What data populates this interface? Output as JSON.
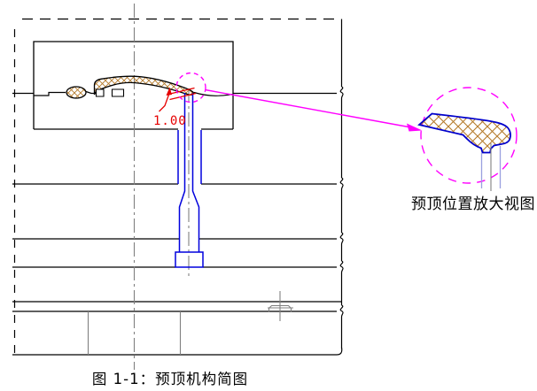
{
  "figure": {
    "caption": "图 1-1：预顶机构简图",
    "detail_label": "预顶位置放大视图",
    "dimension_value": "1.00"
  },
  "colors": {
    "background": "#ffffff",
    "outline": "#000000",
    "centerline": "#808080",
    "pin_blue": "#0000dd",
    "pin_light_blue": "#9aa0e0",
    "detail_outline_blue": "#0000cc",
    "hatch_tan": "#b57b2b",
    "annotation_magenta": "#ff00ff",
    "dimension_red": "#e60000"
  }
}
